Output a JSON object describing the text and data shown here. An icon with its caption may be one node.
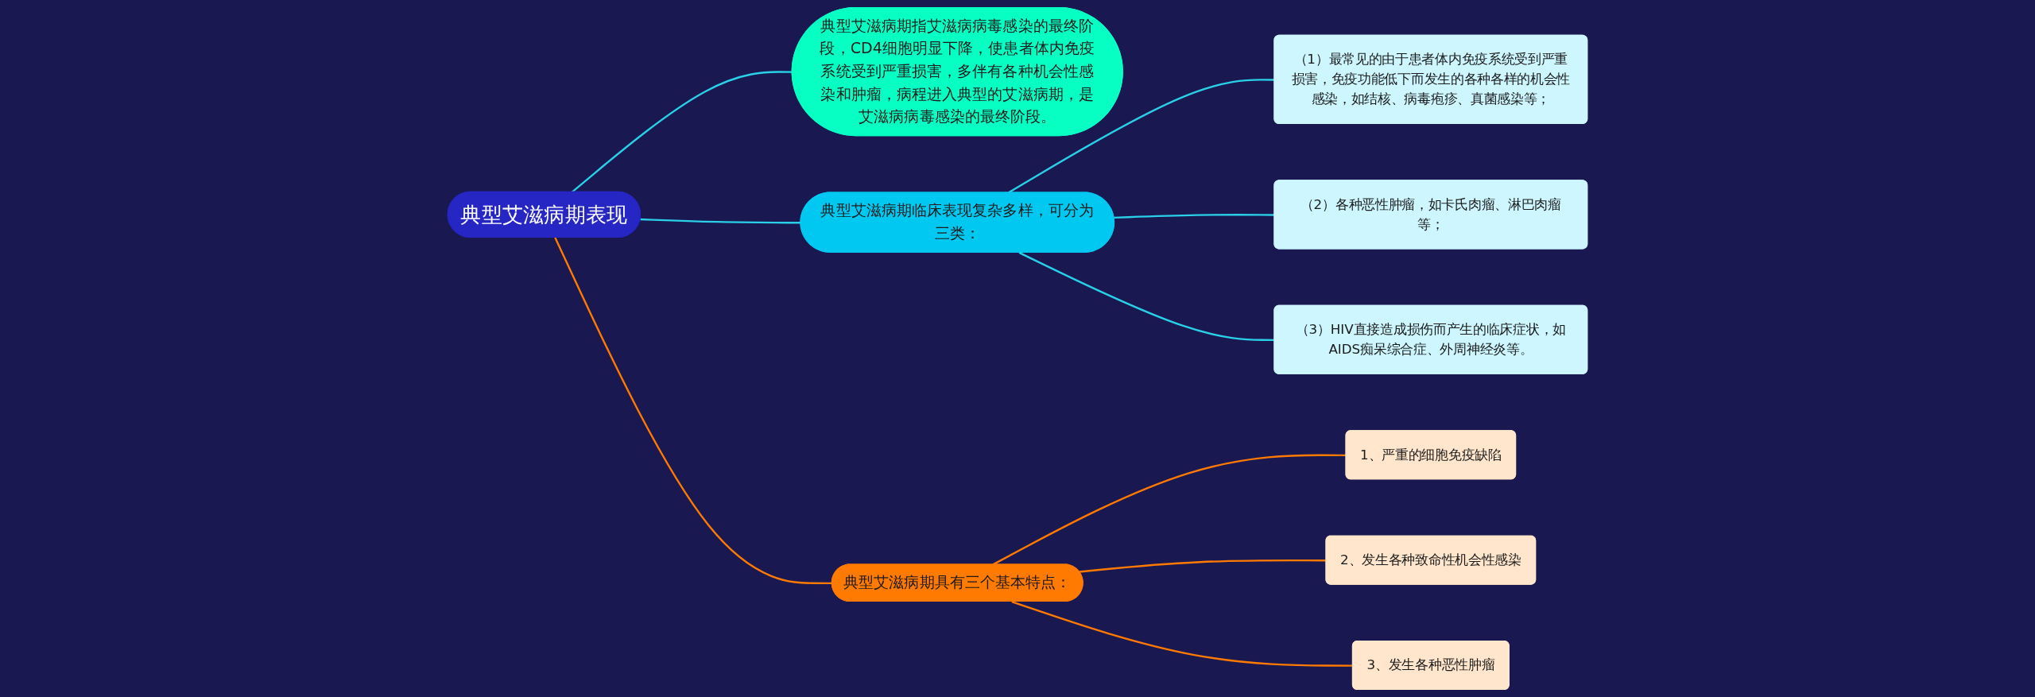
{
  "diagram": {
    "nodes": [
      {
        "text": [
          "典型艾滋病期表现"
        ]
      },
      {
        "text": [
          "典型艾滋病期指艾滋病病毒感染的最终阶段，CD4细胞明显下降，使患者体内免疫系统受到严重损害，多伴有各种机会性感染和肿瘤，病程进入典型的艾滋病期，是艾滋病病毒感染的最终阶段。"
        ]
      },
      {
        "text": [
          "典型艾滋病期临床表现复杂多样，可分为三类："
        ]
      },
      {
        "text": [
          "（1）最常见的由于患者体内免疫系统受到严重损害，免疫功能低下而发生的各种各样的机会性感染，如结核、病毒疱疹、真菌感染等；"
        ]
      },
      {
        "text": [
          "（2）各种恶性肿瘤，如卡氏肉瘤、淋巴肉瘤等；"
        ]
      },
      {
        "text": [
          "（3）HIV直接造成损伤而产生的临床症状，如AIDS痴呆综合症、外周神经炎等。"
        ]
      },
      {
        "text": [
          "典型艾滋病期具有三个基本特点："
        ]
      },
      {
        "text": [
          "1、严重的细胞免疫缺陷"
        ]
      },
      {
        "text": [
          "2、发生各种致命性机会性感染"
        ]
      },
      {
        "text": [
          "3、发生各种恶性肿瘤"
        ]
      }
    ],
    "edges": [
      {
        "from": 0,
        "to": 1,
        "arrow": "none"
      },
      {
        "from": 0,
        "to": 2,
        "arrow": "none"
      },
      {
        "from": 2,
        "to": 3,
        "arrow": "none"
      },
      {
        "from": 2,
        "to": 4,
        "arrow": "none"
      },
      {
        "from": 2,
        "to": 5,
        "arrow": "none"
      },
      {
        "from": 0,
        "to": 6,
        "arrow": "none",
        "color": "#ff7a00"
      },
      {
        "from": 6,
        "to": 7,
        "arrow": "none",
        "color": "#ff7a00"
      },
      {
        "from": 6,
        "to": 8,
        "arrow": "none",
        "color": "#ff7a00"
      },
      {
        "from": 6,
        "to": 9,
        "arrow": "none",
        "color": "#ff7a00"
      }
    ]
  }
}
